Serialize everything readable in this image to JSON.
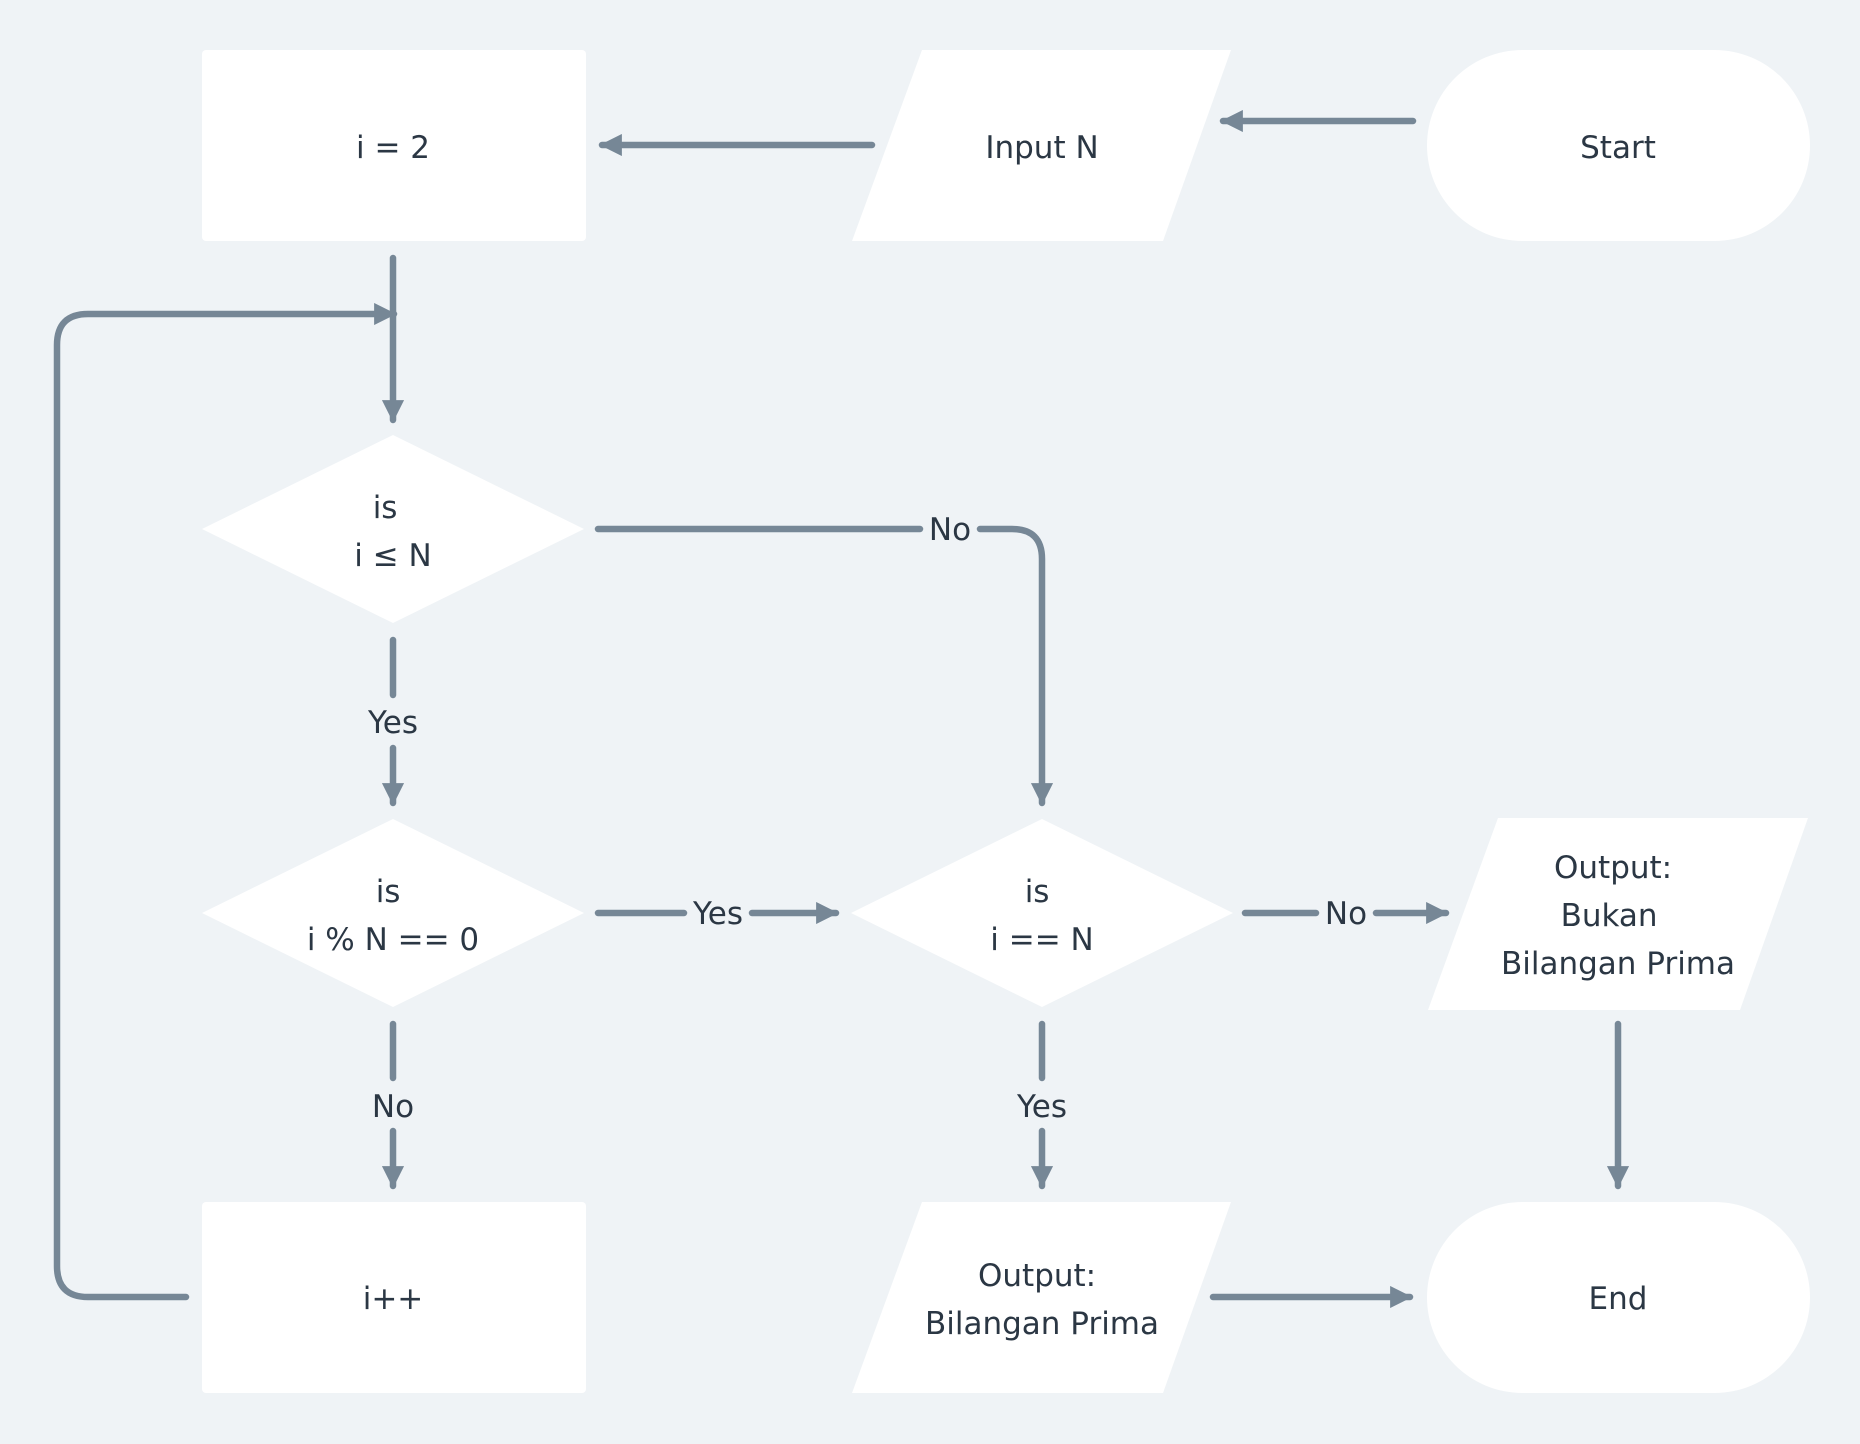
{
  "diagram": {
    "type": "flowchart",
    "colors": {
      "background": "#eff3f6",
      "node_fill": "#ffffff",
      "edge": "#768796",
      "text": "#2b3744"
    },
    "nodes": {
      "start": {
        "shape": "terminator",
        "lines": [
          "Start"
        ]
      },
      "input": {
        "shape": "parallelogram",
        "lines": [
          "Input N"
        ]
      },
      "init": {
        "shape": "rectangle",
        "lines": [
          "i = 2"
        ]
      },
      "check_le": {
        "shape": "diamond",
        "lines": [
          "is",
          "i ≤ N"
        ]
      },
      "check_mod": {
        "shape": "diamond",
        "lines": [
          "is",
          "i % N == 0"
        ]
      },
      "check_eq": {
        "shape": "diamond",
        "lines": [
          "is",
          "i == N"
        ]
      },
      "out_not_prime": {
        "shape": "parallelogram",
        "lines": [
          "Output:",
          "Bukan",
          "Bilangan Prima"
        ]
      },
      "increment": {
        "shape": "rectangle",
        "lines": [
          "i++"
        ]
      },
      "out_prime": {
        "shape": "parallelogram",
        "lines": [
          "Output:",
          "Bilangan Prima"
        ]
      },
      "end": {
        "shape": "terminator",
        "lines": [
          "End"
        ]
      }
    },
    "edges": [
      {
        "from": "start",
        "to": "input",
        "label": ""
      },
      {
        "from": "input",
        "to": "init",
        "label": ""
      },
      {
        "from": "init",
        "to": "check_le",
        "label": ""
      },
      {
        "from": "check_le",
        "to": "check_eq",
        "label": "No"
      },
      {
        "from": "check_le",
        "to": "check_mod",
        "label": "Yes"
      },
      {
        "from": "check_mod",
        "to": "check_eq",
        "label": "Yes"
      },
      {
        "from": "check_mod",
        "to": "increment",
        "label": "No"
      },
      {
        "from": "check_eq",
        "to": "out_not_prime",
        "label": "No"
      },
      {
        "from": "check_eq",
        "to": "out_prime",
        "label": "Yes"
      },
      {
        "from": "out_not_prime",
        "to": "end",
        "label": ""
      },
      {
        "from": "out_prime",
        "to": "end",
        "label": ""
      },
      {
        "from": "increment",
        "to": "check_le",
        "label": ""
      }
    ]
  }
}
